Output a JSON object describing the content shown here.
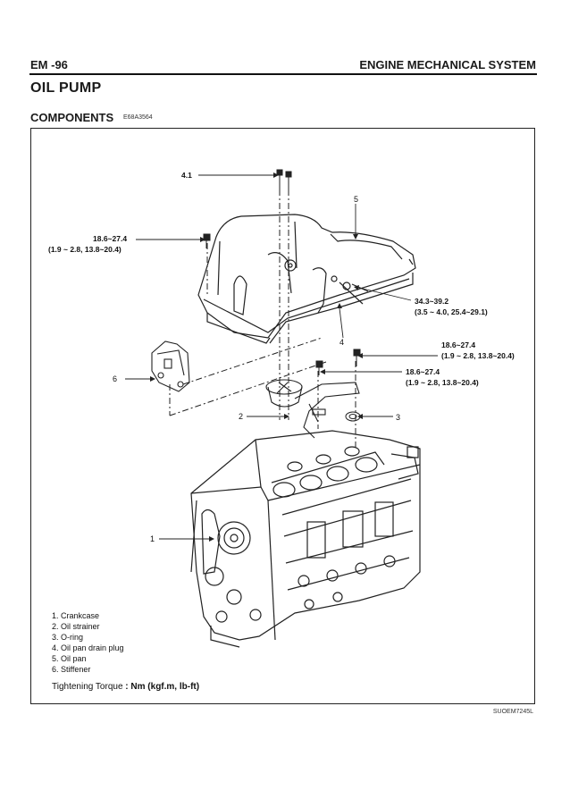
{
  "header": {
    "section_code": "EM -96",
    "section_title": "ENGINE MECHANICAL SYSTEM"
  },
  "page": {
    "title": "OIL  PUMP",
    "subtitle": "COMPONENTS",
    "doc_code": "E68A3564",
    "figure_code": "SUOEM7245L"
  },
  "diagram": {
    "callouts": {
      "c1": "1",
      "c2": "2",
      "c3": "3",
      "c4": "4",
      "c5": "5",
      "c6": "6"
    },
    "torque_labels": {
      "bolt_top": "4.1",
      "pan_left_line1": "18.6~27.4",
      "pan_left_line2": "(1.9 ~ 2.8, 13.8~20.4)",
      "drain_plug_line1": "34.3~39.2",
      "drain_plug_line2": "(3.5 ~ 4.0, 25.4~29.1)",
      "stiffener_bolt_line1": "18.6~27.4",
      "stiffener_bolt_line2": "(1.9 ~ 2.8, 13.8~20.4)",
      "strainer_bolt_line1": "18.6~27.4",
      "strainer_bolt_line2": "(1.9 ~ 2.8, 13.8~20.4)"
    }
  },
  "legend": [
    "1.  Crankcase",
    "2.  Oil strainer",
    "3.  O-ring",
    "4.  Oil pan drain plug",
    "5.  Oil pan",
    "6.  Stiffener"
  ],
  "torque_note": {
    "label": "Tightening Torque",
    "unit": ": Nm (kgf.m, lb-ft)"
  }
}
